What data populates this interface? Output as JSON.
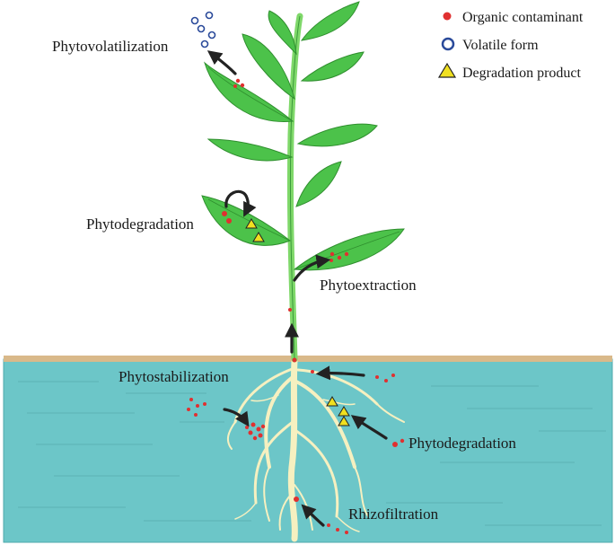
{
  "legend": {
    "contaminant": "Organic contaminant",
    "volatile": "Volatile form",
    "degradation": "Degradation product"
  },
  "labels": {
    "phytovolatilization": "Phytovolatilization",
    "phytodegradation_leaf": "Phytodegradation",
    "phytoextraction": "Phytoextraction",
    "phytostabilization": "Phytostabilization",
    "phytodegradation_root": "Phytodegradation",
    "rhizofiltration": "Rhizofiltration"
  },
  "colors": {
    "leaf": "#4cc24a",
    "leaf_dark": "#2f8f2e",
    "stem": "#7fd86a",
    "water": "#6cc6c8",
    "soil_line": "#d9b98a",
    "root": "#f6f0c0",
    "contaminant": "#e03030",
    "volatile": "#2a4a9a",
    "degradation": "#f0e020",
    "arrow": "#222222"
  }
}
